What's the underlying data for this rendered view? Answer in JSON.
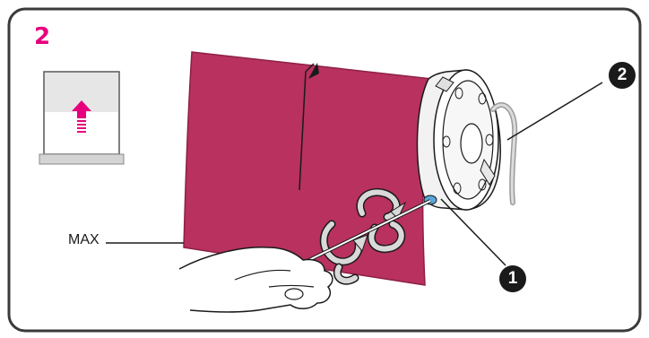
{
  "step": {
    "number": "2"
  },
  "labels": {
    "max": "MAX"
  },
  "callouts": [
    {
      "label": "1"
    },
    {
      "label": "2"
    }
  ],
  "colors": {
    "accent": "#E6007E",
    "fabric": "#B8315F",
    "fabric_dark": "#8E1F47",
    "frame": "#3a3a3a",
    "outline": "#1a1a1a",
    "tube": "#f2f2f2",
    "arrow_light": "#d9d9d9"
  },
  "icons": {
    "mode_icon": "up-arrow-panel-icon",
    "rotation": "rotation-arrows-icon",
    "hand": "hand-with-screwdriver"
  }
}
